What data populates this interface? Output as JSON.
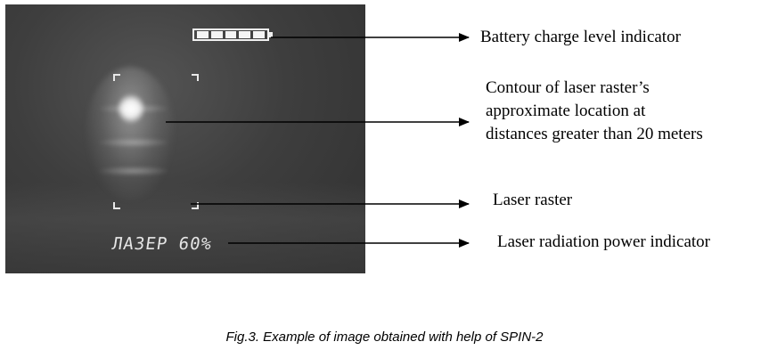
{
  "screen": {
    "battery_cells": 5,
    "power_readout": "ЛАЗЕР 60%"
  },
  "labels": {
    "battery": "Battery charge level indicator",
    "contour_lines": [
      "Contour of laser raster’s",
      "approximate location at",
      "distances greater than 20 meters"
    ],
    "raster": "Laser raster",
    "power": "Laser radiation power indicator"
  },
  "caption": "Fig.3. Example of image obtained with help of SPIN-2",
  "colors": {
    "screen_background": "#3e3e3e",
    "overlay_text": "#e6e6e6",
    "label_text": "#000000",
    "arrow": "#000000"
  }
}
